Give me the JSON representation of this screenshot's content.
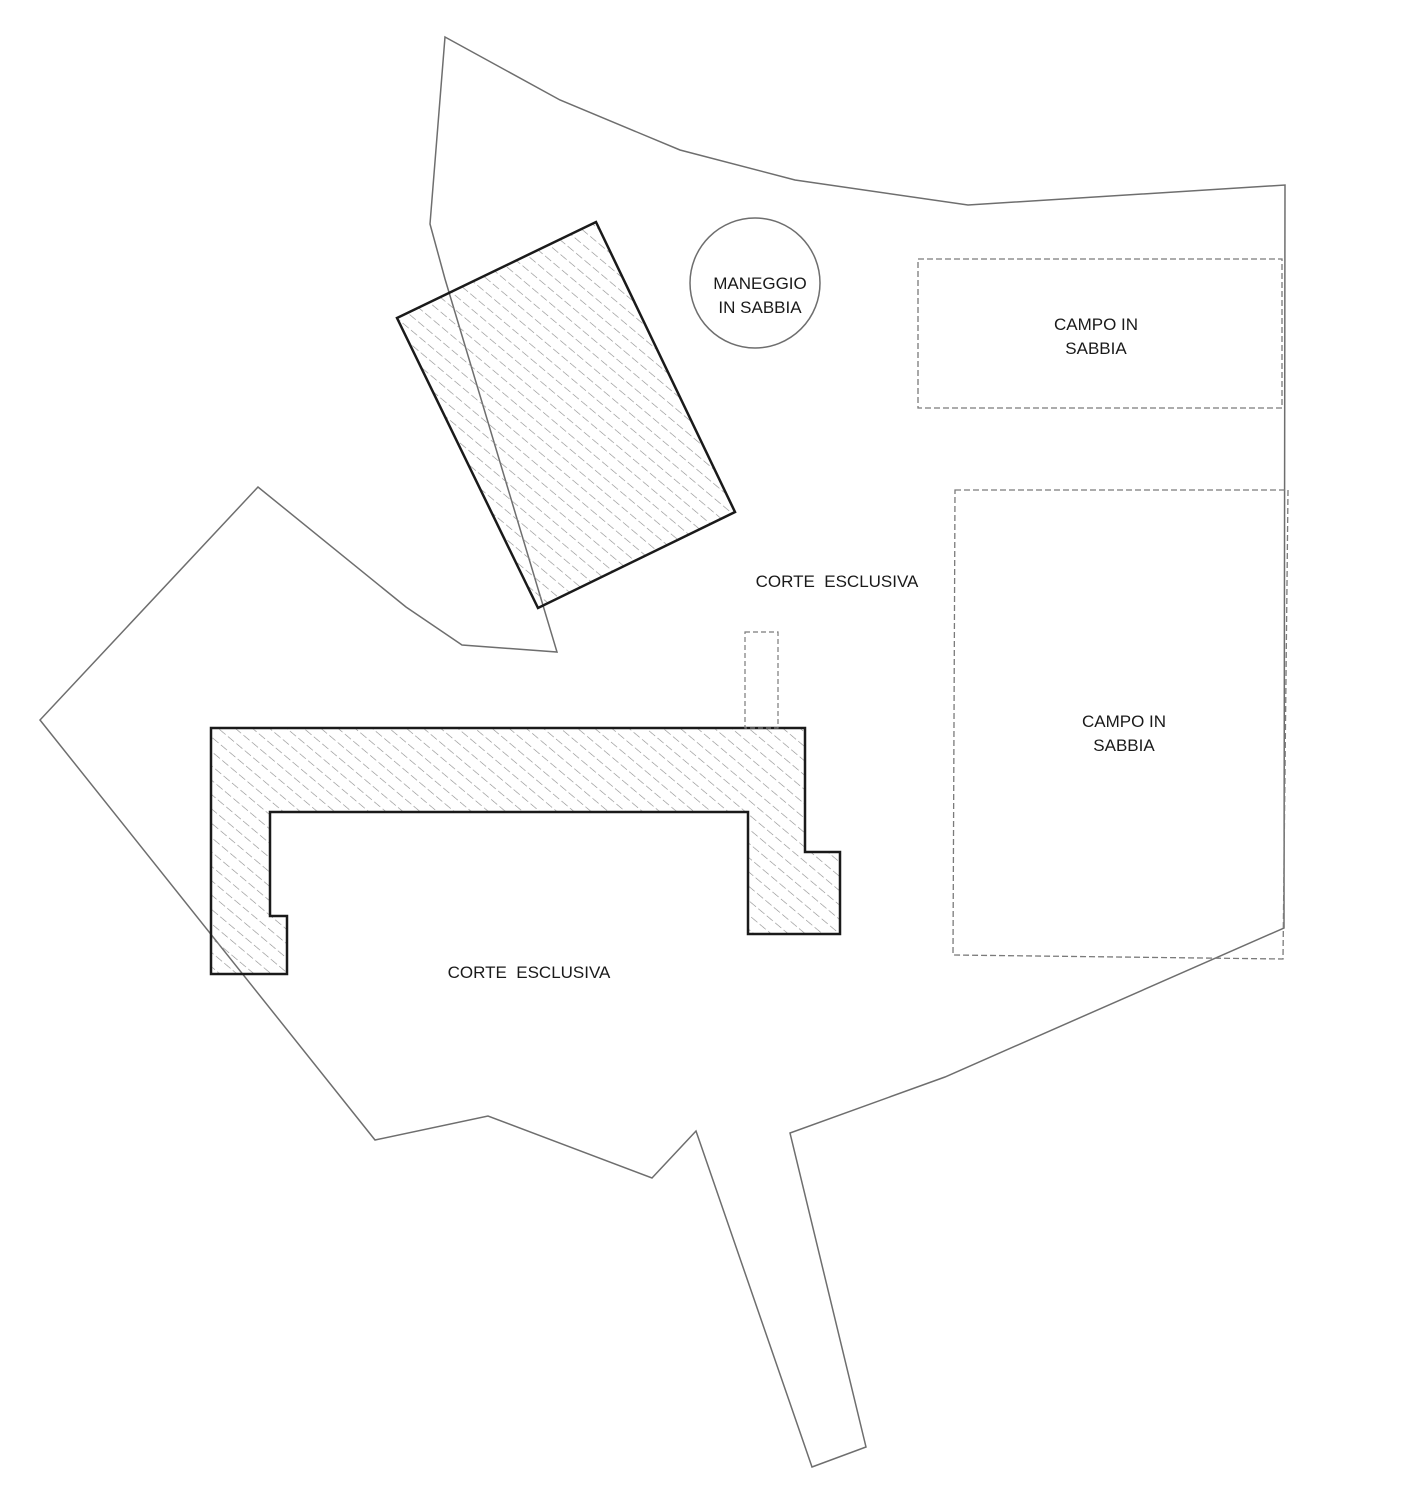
{
  "labels": {
    "maneggio_line1": "MANEGGIO",
    "maneggio_line2": "IN SABBIA",
    "campo_upper_line1": "CAMPO IN",
    "campo_upper_line2": "SABBIA",
    "campo_lower_line1": "CAMPO IN",
    "campo_lower_line2": "SABBIA",
    "corte_upper": "CORTE  ESCLUSIVA",
    "corte_lower": "CORTE  ESCLUSIVA"
  },
  "colors": {
    "boundary": "#6e6e6e",
    "building_outline": "#1a1a1a",
    "hatch": "#8a8a8a",
    "dashed": "#7a7a7a",
    "text": "#1a1a1a"
  }
}
